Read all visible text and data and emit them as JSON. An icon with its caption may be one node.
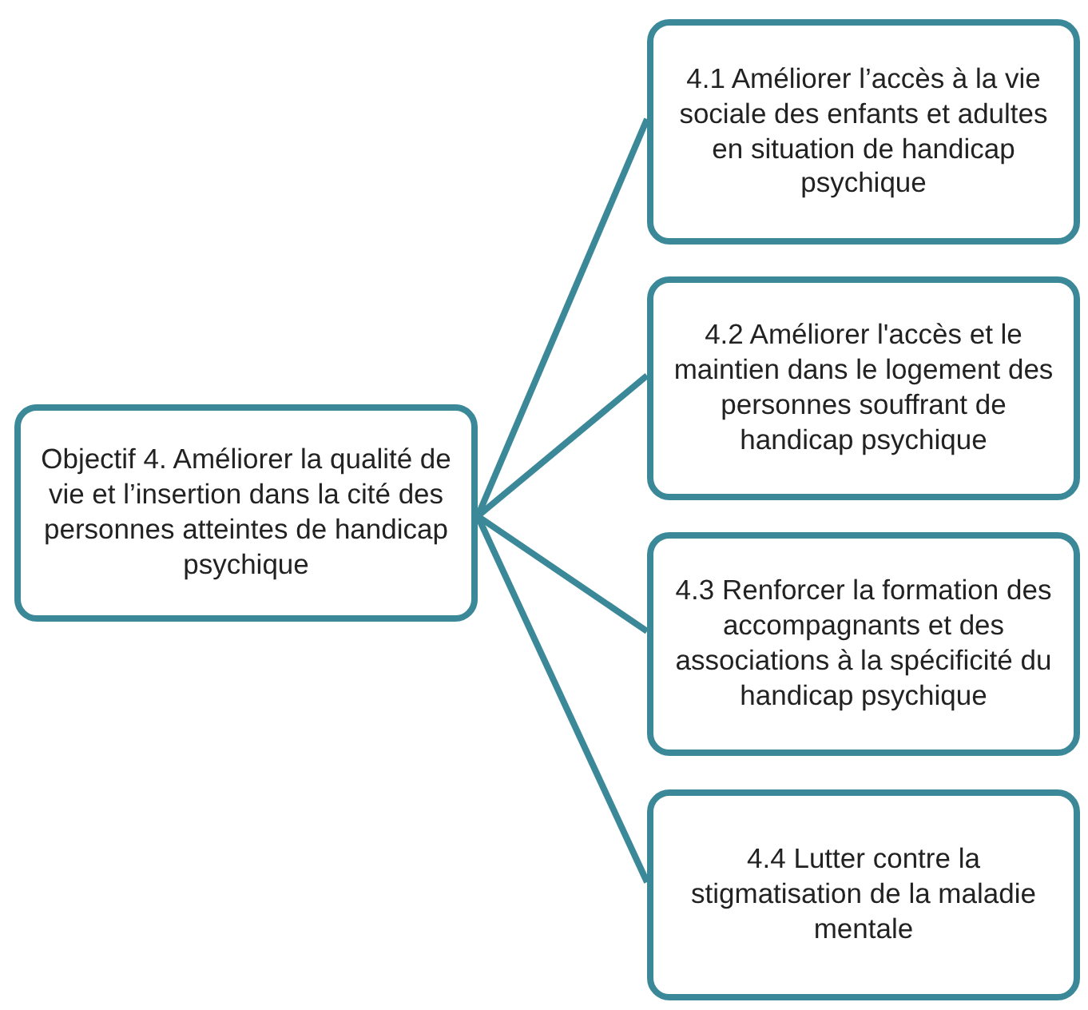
{
  "diagram": {
    "nodes": [
      {
        "text": [
          "Objectif 4. Améliorer la qualité de vie et l’insertion dans la cité des personnes atteintes de handicap psychique"
        ]
      },
      {
        "text": [
          "4.1 Améliorer l’accès à la vie sociale des enfants et adultes en situation de handicap psychique"
        ]
      },
      {
        "text": [
          "4.2 Améliorer l'accès et le maintien dans le logement des personnes souffrant de handicap psychique"
        ]
      },
      {
        "text": [
          "4.3 Renforcer la formation des accompagnants et des associations à la spécificité du handicap psychique"
        ]
      },
      {
        "text": [
          "4.4 Lutter contre la stigmatisation de la maladie mentale"
        ]
      }
    ],
    "edges": [
      {
        "from": 0,
        "to": 1,
        "arrow": "none"
      },
      {
        "from": 0,
        "to": 2,
        "arrow": "none"
      },
      {
        "from": 0,
        "to": 3,
        "arrow": "none"
      },
      {
        "from": 0,
        "to": 4,
        "arrow": "none"
      }
    ]
  }
}
